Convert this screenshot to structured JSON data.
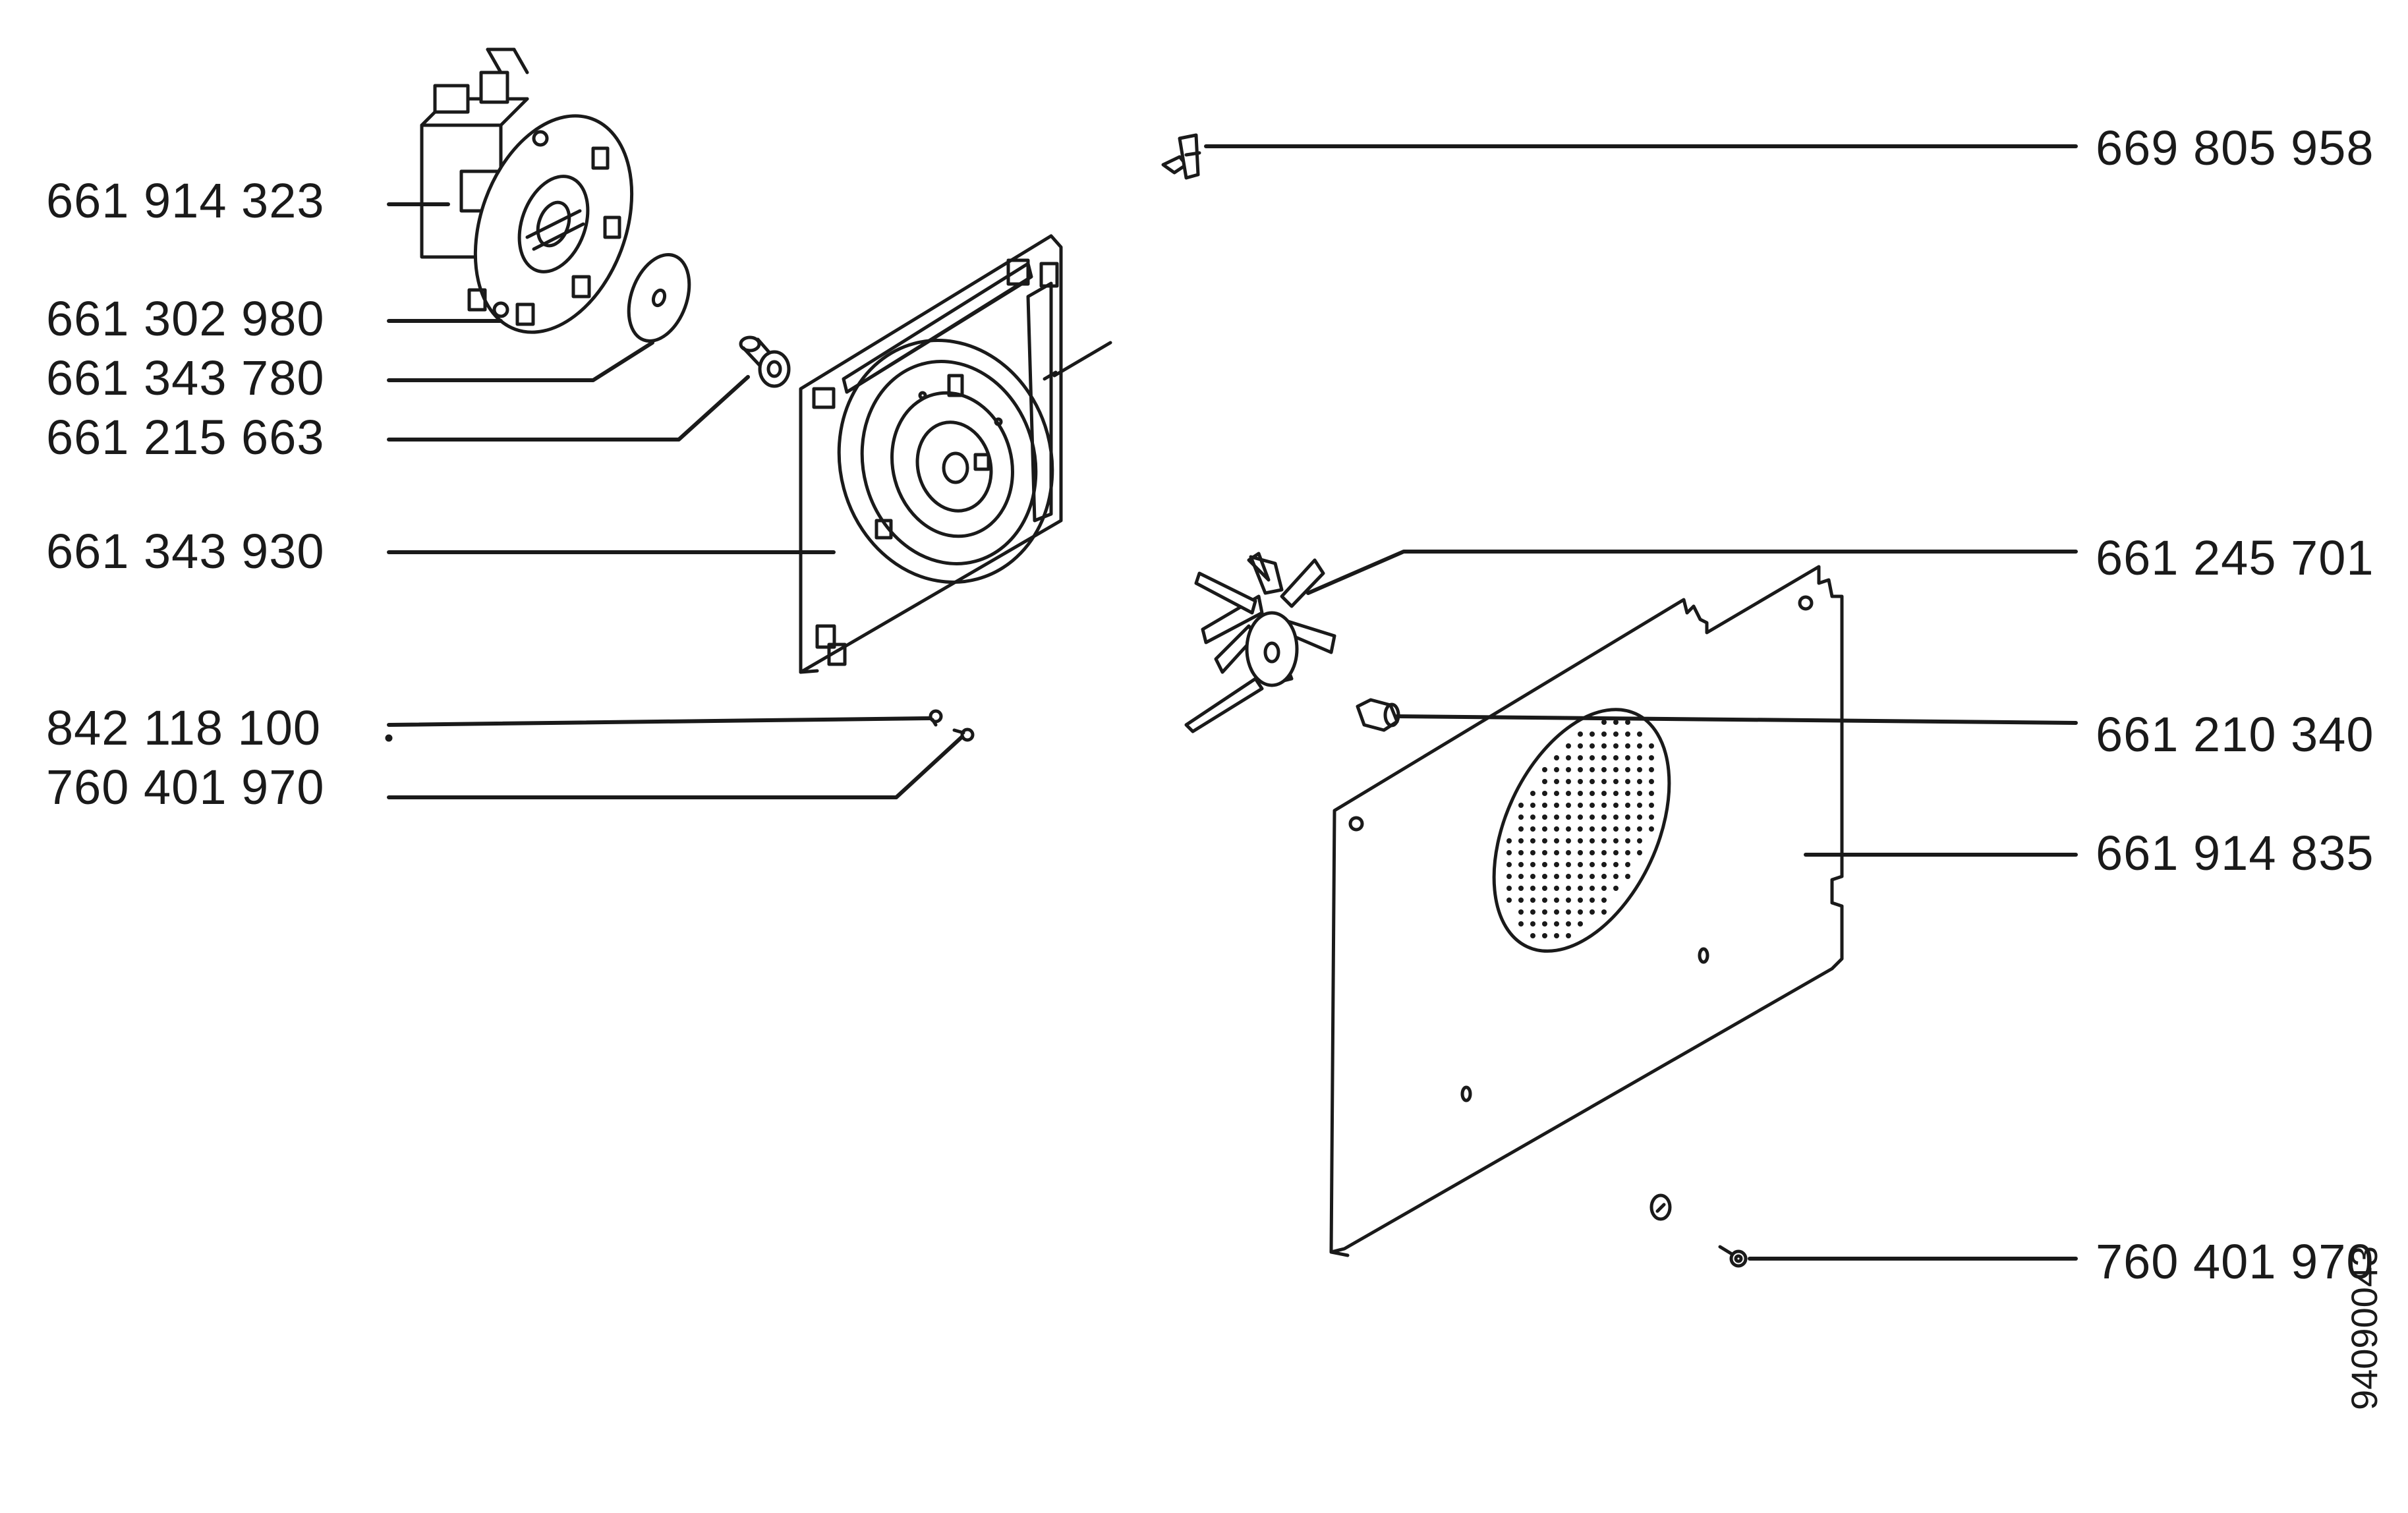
{
  "left_labels": [
    "661 914 323",
    "661 302 980",
    "661 343 780",
    "661 215 663",
    "661 343 930",
    "842 118 100",
    "760 401 970"
  ],
  "right_labels": [
    "669 805 958",
    "661 245 701",
    "661 210 340",
    "661 914 835",
    "760 401 970"
  ],
  "drawing_number": "94090043",
  "colors": {
    "line": "#1a1a1a",
    "background": "#ffffff"
  }
}
